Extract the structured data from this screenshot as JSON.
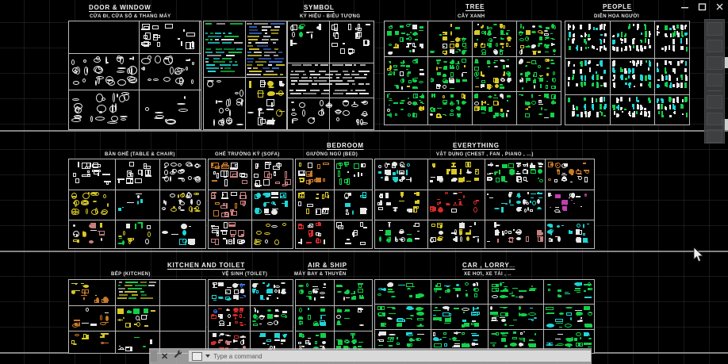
{
  "app": {
    "name": "AutoCAD Drawing Window",
    "background_color": "#000000",
    "grid_color": "#3c3c3c",
    "panel_border_color": "#b9b9b9"
  },
  "window_controls": [
    {
      "name": "minimize",
      "glyph": "—"
    },
    {
      "name": "restore",
      "glyph": "❐"
    },
    {
      "name": "close",
      "glyph": "✕"
    }
  ],
  "drawing": {
    "title_blocks": [
      {
        "id": "door-window",
        "title": "DOOR & WINDOW",
        "subtitle": "CỬA ĐI, CỬA SỔ & THANG MÁY"
      },
      {
        "id": "symbol",
        "title": "SYMBOL",
        "subtitle": "KÝ HIỆU - BIỂU TƯỢNG"
      },
      {
        "id": "tree",
        "title": "TREE",
        "subtitle": "CÂY XANH"
      },
      {
        "id": "people",
        "title": "PEOPLE",
        "subtitle": "DIỄN HỌA NGƯỜI"
      },
      {
        "id": "table-chair",
        "title": "",
        "subtitle": "BÀN GHẾ (TABLE & CHAIR)"
      },
      {
        "id": "sofa",
        "title": "",
        "subtitle": "GHẾ TRƯỜNG KỶ (SOFA)"
      },
      {
        "id": "bedroom",
        "title": "BEDROOM",
        "subtitle": "GIƯỜNG NGỦ (BED)"
      },
      {
        "id": "everything",
        "title": "EVERYTHING",
        "subtitle": "VẬT DỤNG (CHEST , FAN , PIANO , ...)"
      },
      {
        "id": "kitchen",
        "title": "KITCHEN AND TOILET",
        "subtitle": "BẾP (KITCHEN)"
      },
      {
        "id": "toilet",
        "title": "",
        "subtitle": "VỆ SINH (TOILET)"
      },
      {
        "id": "air-ship",
        "title": "AIR & SHIP",
        "subtitle": "MÁY BAY & THUYỀN"
      },
      {
        "id": "car-lorry",
        "title": "CAR , LORRY",
        "title_suffix": "...",
        "subtitle": "XE HƠI, XE TẢI , .."
      }
    ],
    "palette": {
      "white": "#e8e8e8",
      "green": "#12d04a",
      "red": "#d62a2a",
      "yellow": "#d8c829",
      "cyan": "#1fd6d6",
      "orange": "#c97a28",
      "pink": "#c98080",
      "blue": "#3a6fd8",
      "magenta": "#c23fb0"
    }
  },
  "command_bar": {
    "close_label": "✕",
    "tool_icon": "wrench-icon",
    "placeholder": "Type a command"
  }
}
